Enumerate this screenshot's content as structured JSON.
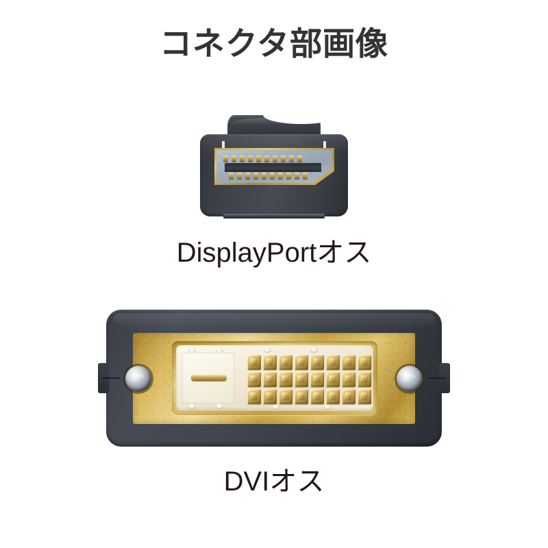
{
  "page": {
    "title": "コネクタ部画像",
    "background_color": "#ffffff",
    "title_color": "#333333",
    "caption_color": "#231815"
  },
  "figures": [
    {
      "id": "displayport",
      "caption": "DisplayPortオス",
      "connector_type": "DisplayPort",
      "gender": "male",
      "housing_color": "#3e424a",
      "contact_color": "#c9a44e",
      "shell_color": "#d8b960",
      "cavity_color": "#a6b2bd",
      "pin_rows": [
        {
          "row": "top",
          "count": 10
        },
        {
          "row": "bottom",
          "count": 10
        }
      ],
      "latch_tabs": 2,
      "keyed_corner": "bottom-right"
    },
    {
      "id": "dvi",
      "caption": "DVIオス",
      "connector_type": "DVI",
      "gender": "male",
      "housing_color": "#41454d",
      "plate_color": "#d7b75c",
      "insulator_color": "#f3eddb",
      "contact_color": "#d9b75e",
      "screw_color": "#dfe2e6",
      "pin_grid": {
        "columns": 8,
        "rows": 3,
        "total": 24
      },
      "flat_blade": true,
      "thumbscrews": 2
    }
  ]
}
